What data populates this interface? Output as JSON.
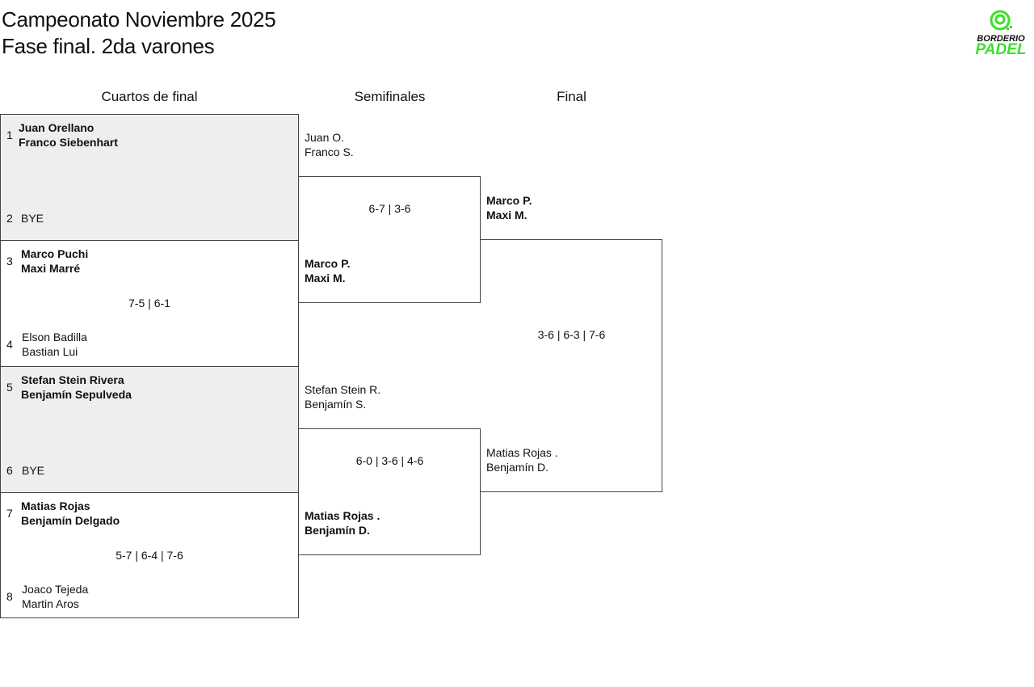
{
  "header": {
    "title": "Campeonato Noviembre 2025",
    "subtitle": "Fase final. 2da varones",
    "logo_text": [
      "BORDERIO",
      "PADEL"
    ],
    "brand_color": "#3be02a"
  },
  "rounds": [
    "Cuartos de final",
    "Semifinales",
    "Final"
  ],
  "quarterfinals": [
    {
      "a_seed": "1",
      "a": [
        "Juan Orellano",
        "Franco Siebenhart"
      ],
      "b_seed": "2",
      "b": [
        "BYE",
        ""
      ],
      "score": ""
    },
    {
      "a_seed": "3",
      "a": [
        "Marco Puchi",
        "Maxi Marré"
      ],
      "b_seed": "4",
      "b": [
        "Elson Badilla",
        "Bastian Lui"
      ],
      "score": "7-5 | 6-1"
    },
    {
      "a_seed": "5",
      "a": [
        "Stefan Stein Rivera",
        "Benjamín Sepulveda"
      ],
      "b_seed": "6",
      "b": [
        "BYE",
        ""
      ],
      "score": ""
    },
    {
      "a_seed": "7",
      "a": [
        "Matias Rojas",
        "Benjamín Delgado"
      ],
      "b_seed": "8",
      "b": [
        "Joaco Tejeda",
        "Martin Aros"
      ],
      "score": "5-7 | 6-4 | 7-6"
    }
  ],
  "semifinals": [
    {
      "a": [
        "Juan O.",
        "Franco S."
      ],
      "b": [
        "Marco P.",
        "Maxi M."
      ],
      "score": "6-7 | 3-6"
    },
    {
      "a": [
        "Stefan Stein R.",
        "Benjamín S."
      ],
      "b": [
        "Matias Rojas .",
        "Benjamín D."
      ],
      "score": "6-0 | 3-6 | 4-6"
    }
  ],
  "final": {
    "a": [
      "Marco P.",
      "Maxi M."
    ],
    "b": [
      "Matias Rojas .",
      "Benjamín D."
    ],
    "score": "3-6 | 6-3 | 7-6"
  }
}
